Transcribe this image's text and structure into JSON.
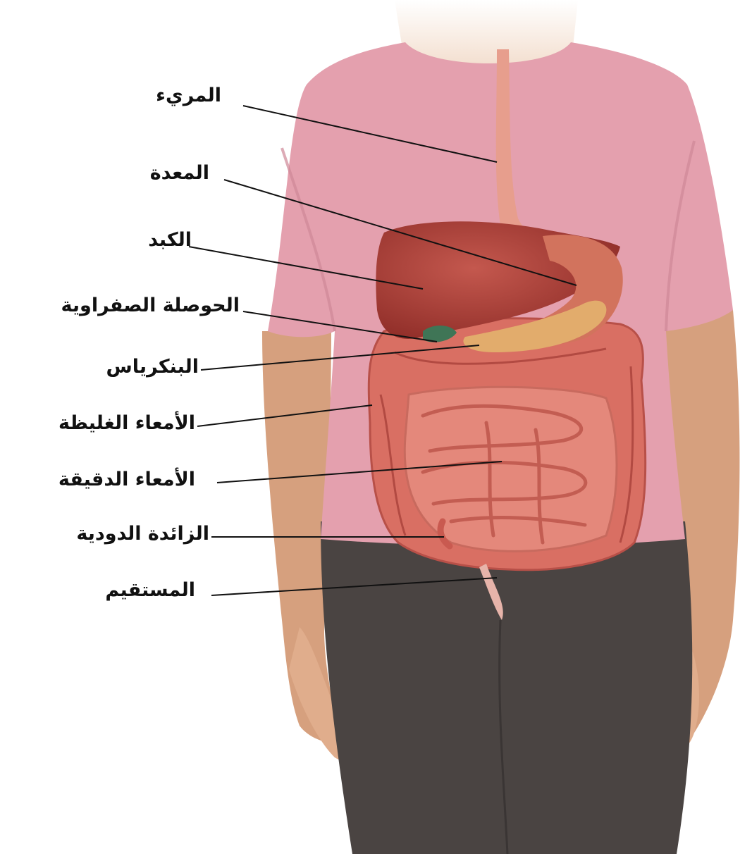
{
  "labels": [
    "المريء",
    "المعدة",
    "الكبد",
    "الحوصلة الصفراوية",
    "البنكرياس",
    "الأمعاء الغليظة",
    "الأمعاء الدقيقة",
    "الزائدة الدودية",
    "المستقيم"
  ],
  "colors": {
    "shirt": "#e4a0ae",
    "skin": "#d6a07e",
    "pants": "#4a4442",
    "liver": "#a83b34",
    "stomach": "#d2735d",
    "intestine": "#dc7f73",
    "gallbladder": "#3f7556",
    "pancreas": "#e2ac6c",
    "leader_line": "#111111"
  }
}
